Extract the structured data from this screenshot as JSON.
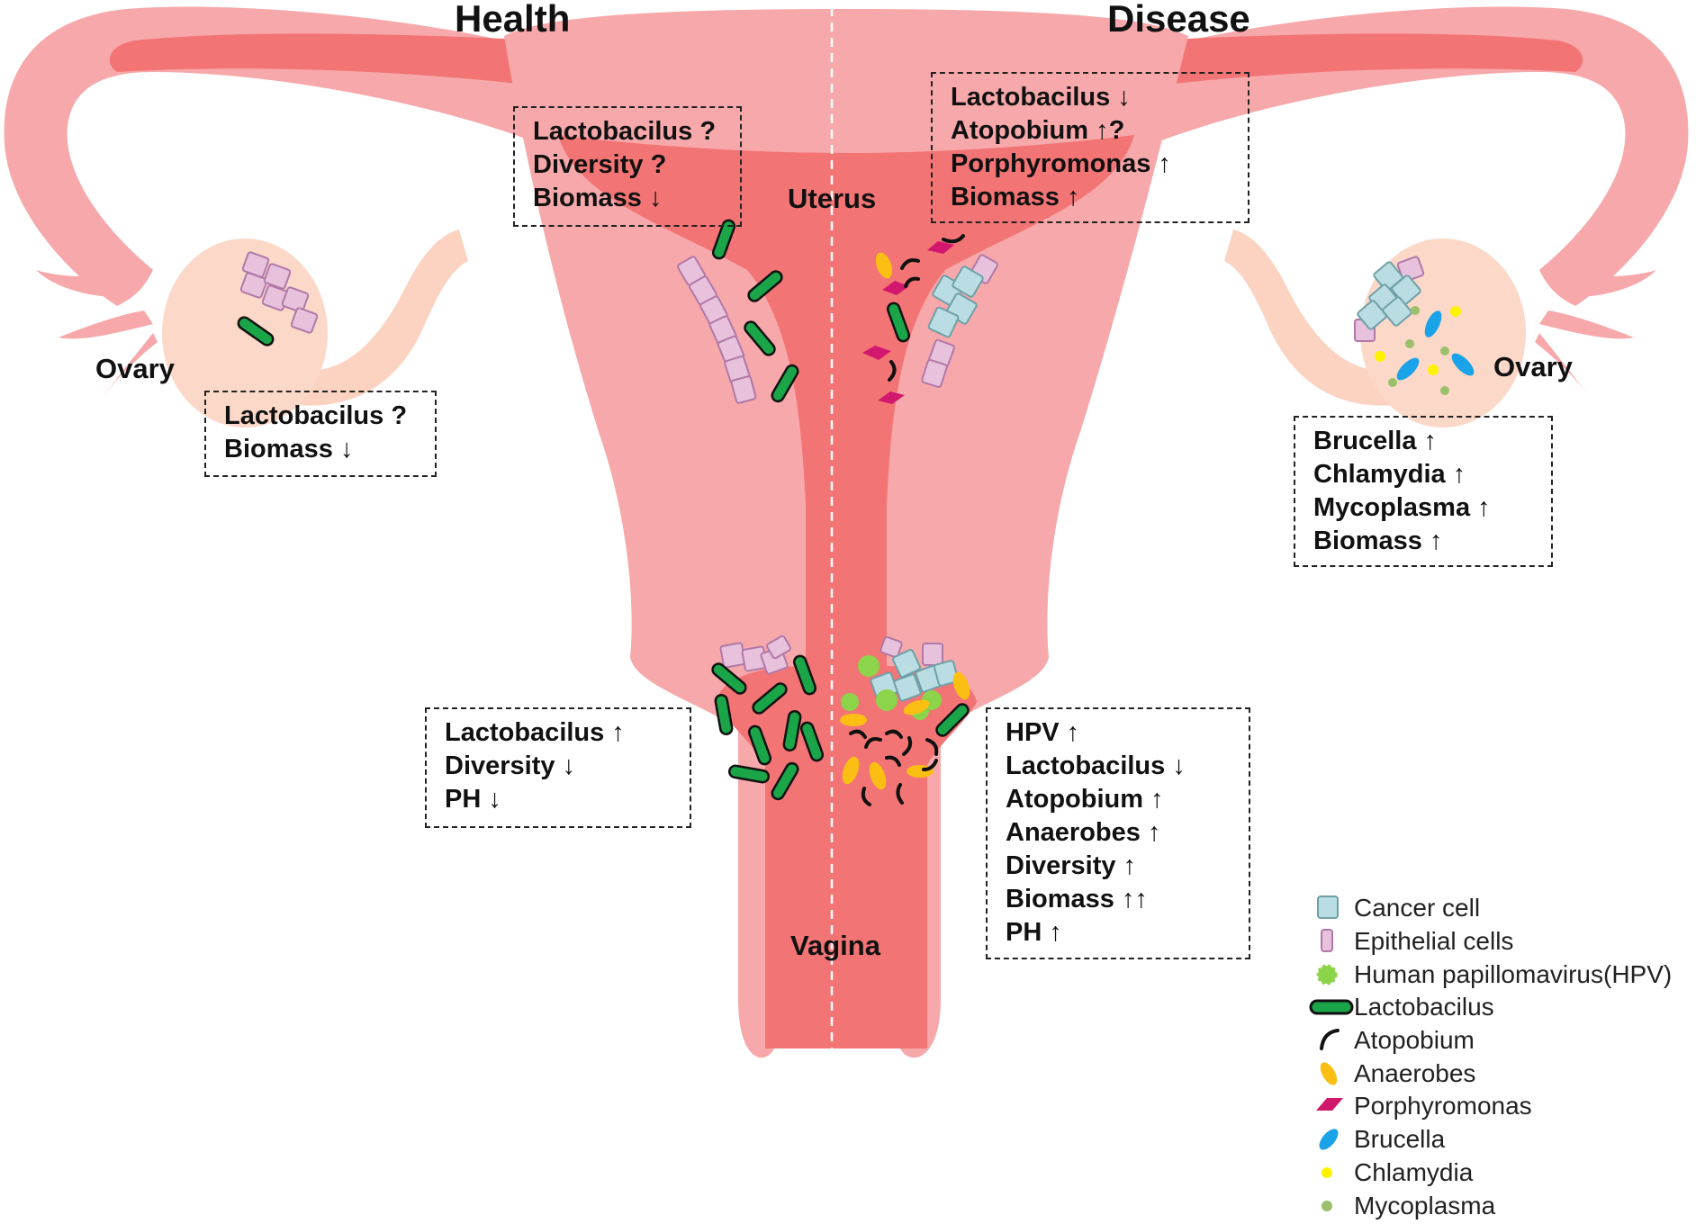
{
  "headings": {
    "health": "Health",
    "disease": "Disease"
  },
  "organs": {
    "ovary_left": "Ovary",
    "ovary_right": "Ovary",
    "uterus": "Uterus",
    "vagina": "Vagina"
  },
  "boxes": {
    "health_uterus": [
      "Lactobacilus ?",
      "Diversity ?",
      "Biomass ↓"
    ],
    "disease_uterus": [
      "Lactobacilus ↓",
      "Atopobium ↑?",
      "Porphyromonas ↑",
      "Biomass ↑"
    ],
    "health_ovary": [
      "Lactobacilus ?",
      "Biomass ↓"
    ],
    "disease_ovary": [
      "Brucella ↑",
      "Chlamydia ↑",
      "Mycoplasma ↑",
      "Biomass ↑"
    ],
    "health_vagina": [
      "Lactobacilus ↑",
      "Diversity ↓",
      "PH ↓"
    ],
    "disease_vagina": [
      "HPV ↑",
      "Lactobacilus ↓",
      "Atopobium ↑",
      "Anaerobes ↑",
      "Diversity ↑",
      "Biomass ↑↑",
      "PH ↑"
    ]
  },
  "legend": [
    {
      "icon": "cancer-cell-icon",
      "label": "Cancer cell",
      "color": "#b9dde2"
    },
    {
      "icon": "epithelial-cell-icon",
      "label": "Epithelial cells",
      "color": "#e8c2dc"
    },
    {
      "icon": "hpv-virus-icon",
      "label": "Human papillomavirus(HPV)",
      "color": "#8cd44a"
    },
    {
      "icon": "lactobacillus-icon",
      "label": "Lactobacilus",
      "color": "#1aa549"
    },
    {
      "icon": "atopobium-icon",
      "label": "Atopobium",
      "color": "#111111"
    },
    {
      "icon": "anaerobes-icon",
      "label": "Anaerobes",
      "color": "#fbbf14"
    },
    {
      "icon": "porphyromonas-icon",
      "label": "Porphyromonas",
      "color": "#d1186e"
    },
    {
      "icon": "brucella-icon",
      "label": "Brucella",
      "color": "#1aa3e8"
    },
    {
      "icon": "chlamydia-icon",
      "label": "Chlamydia",
      "color": "#fff200"
    },
    {
      "icon": "mycoplasma-icon",
      "label": "Mycoplasma",
      "color": "#9bc06b"
    }
  ],
  "colors": {
    "uterus_outer": "#f7a8aa",
    "uterus_inner": "#f37474",
    "ovary": "#fbd8c8",
    "ligament": "#fbd3c0"
  }
}
